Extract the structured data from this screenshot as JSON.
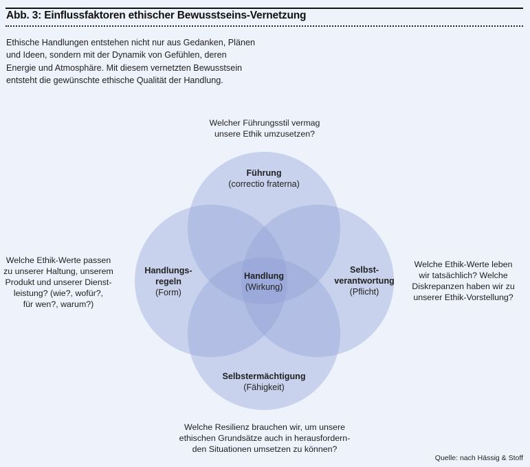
{
  "header": {
    "title": "Abb. 3: Einflussfaktoren ethischer Bewusstseins-Vernetzung"
  },
  "intro": {
    "lines": [
      "Ethische Handlungen entstehen nicht nur aus Gedanken, Plänen",
      "und Ideen, sondern mit der Dynamik von Gefühlen, deren",
      "Energie und Atmosphäre. Mit diesem vernetzten Bewusstsein",
      "entsteht die gewünschte ethische Qualität der Handlung."
    ]
  },
  "diagram": {
    "fill_color": "#8e9fd6",
    "circles": [
      {
        "id": "fuehrung",
        "title": "Führung",
        "subtitle": "(correctio fraterna)"
      },
      {
        "id": "handlungsregeln",
        "title_lines": [
          "Handlungs-",
          "regeln"
        ],
        "subtitle": "(Form)"
      },
      {
        "id": "selbstverantwortung",
        "title_lines": [
          "Selbst-",
          "verantwortung"
        ],
        "subtitle": "(Pflicht)"
      },
      {
        "id": "selbstermaechtigung",
        "title": "Selbstermächtigung",
        "subtitle": "(Fähigkeit)"
      }
    ],
    "center": {
      "title": "Handlung",
      "subtitle": "(Wirkung)"
    }
  },
  "questions": {
    "top": [
      "Welcher Führungsstil vermag",
      "unsere Ethik umzusetzen?"
    ],
    "left": [
      "Welche Ethik-Werte passen",
      "zu unserer Haltung, unserem",
      "Produkt und unserer Dienst-",
      "leistung? (wie?, wofür?,",
      "für wen?, warum?)"
    ],
    "right": [
      "Welche Ethik-Werte leben",
      "wir tatsächlich? Welche",
      "Diskrepanzen haben wir zu",
      "unserer Ethik-Vorstellung?"
    ],
    "bottom": [
      "Welche Resilienz brauchen wir, um unsere",
      "ethischen Grundsätze auch in herausfordern-",
      "den Situationen umsetzen zu können?"
    ]
  },
  "footer": {
    "source": "Quelle: nach Hässig & Stoff"
  }
}
